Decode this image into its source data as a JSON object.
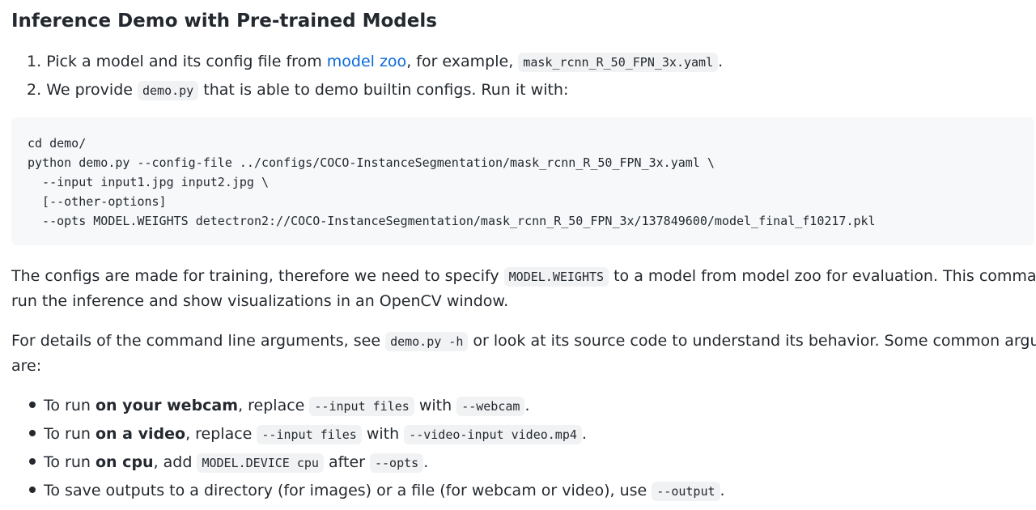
{
  "title": "Inference Demo with Pre-trained Models",
  "steps": [
    {
      "number": "1.",
      "prefix": "Pick a model and its config file from ",
      "link": "model zoo",
      "middle": ", for example, ",
      "code": "mask_rcnn_R_50_FPN_3x.yaml",
      "suffix": "."
    },
    {
      "number": "2.",
      "prefix": "We provide ",
      "code": "demo.py",
      "suffix": " that is able to demo builtin configs. Run it with:"
    }
  ],
  "code_block": [
    "cd demo/",
    "python demo.py --config-file ../configs/COCO-InstanceSegmentation/mask_rcnn_R_50_FPN_3x.yaml \\",
    "  --input input1.jpg input2.jpg \\",
    "  [--other-options]",
    "  --opts MODEL.WEIGHTS detectron2://COCO-InstanceSegmentation/mask_rcnn_R_50_FPN_3x/137849600/model_final_f10217.pkl"
  ],
  "para1": {
    "prefix": "The configs are made for training, therefore we need to specify ",
    "code": "MODEL.WEIGHTS",
    "suffix_line1": " to a model from model zoo for evaluation. This command will",
    "line2": "run the inference and show visualizations in an OpenCV window."
  },
  "para2": {
    "prefix": "For details of the command line arguments, see ",
    "code": "demo.py -h",
    "suffix_line1": " or look at its source code to understand its behavior. Some common arguments",
    "line2": "are:"
  },
  "bullets": [
    {
      "prefix": "To run ",
      "bold": "on your webcam",
      "middle": ", replace ",
      "code1": "--input files",
      "with": " with ",
      "code2": "--webcam",
      "suffix": "."
    },
    {
      "prefix": "To run ",
      "bold": "on a video",
      "middle": ", replace ",
      "code1": "--input files",
      "with": " with ",
      "code2": "--video-input video.mp4",
      "suffix": "."
    },
    {
      "prefix": "To run ",
      "bold": "on cpu",
      "middle": ", add ",
      "code1": "MODEL.DEVICE cpu",
      "with": " after ",
      "code2": "--opts",
      "suffix": "."
    },
    {
      "prefix": "To save outputs to a directory (for images) or a file (for webcam or video), use ",
      "code1": "--output",
      "suffix": "."
    }
  ]
}
